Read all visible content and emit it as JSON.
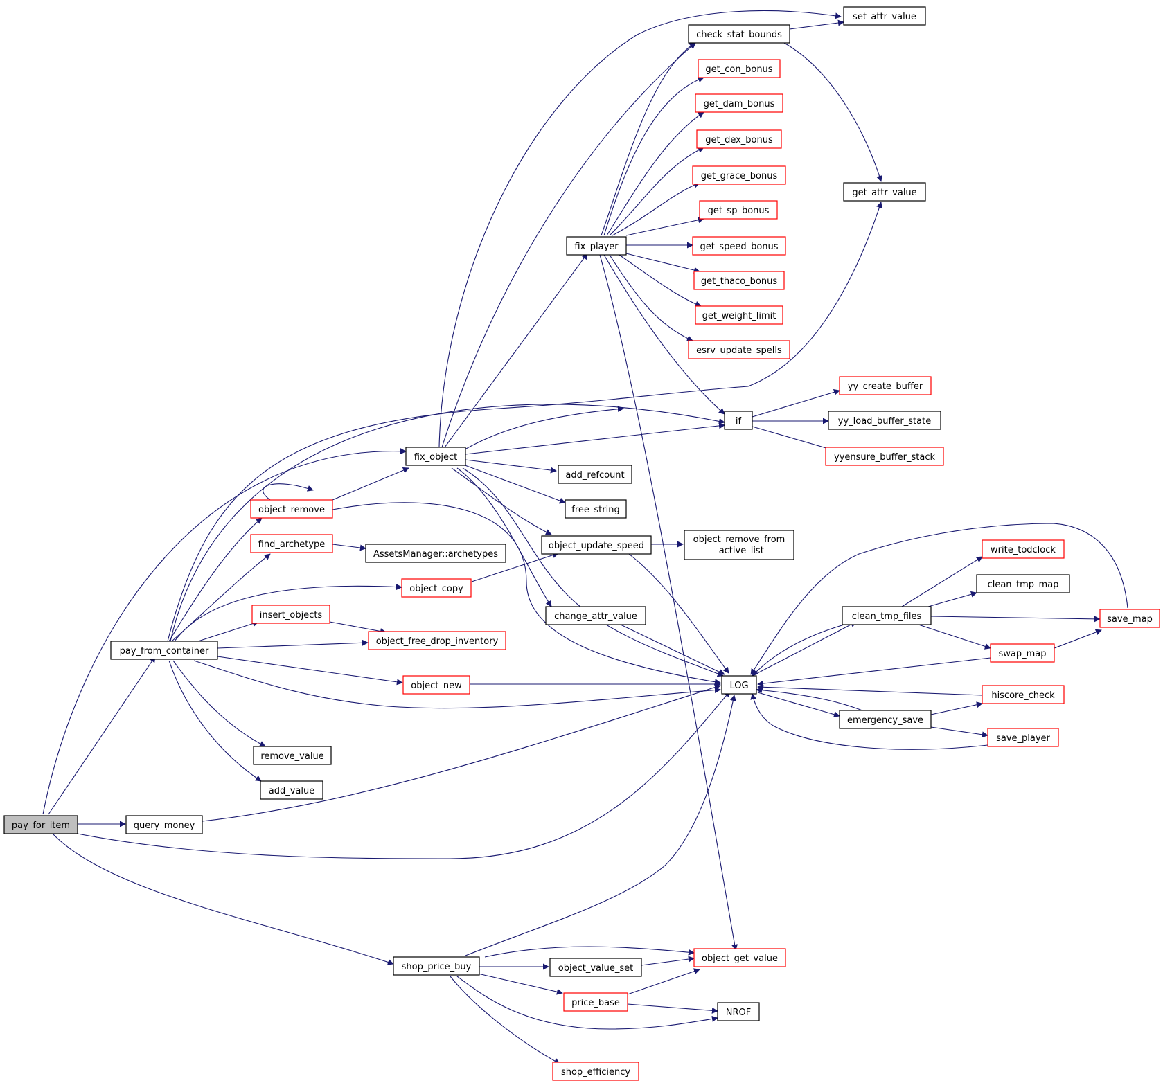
{
  "colors": {
    "edge": "#191970",
    "root_fill": "#bfbfbf",
    "node_border_black": "#000000",
    "node_border_red": "#ff0000"
  },
  "nodes": {
    "pay_for_item": "pay_for_item",
    "pay_from_container": "pay_from_container",
    "query_money": "query_money",
    "shop_price_buy": "shop_price_buy",
    "fix_object": "fix_object",
    "object_remove": "object_remove",
    "find_archetype": "find_archetype",
    "assets_archetypes": "AssetsManager::archetypes",
    "object_copy": "object_copy",
    "insert_objects": "insert_objects",
    "object_free_drop_inventory": "object_free_drop_inventory",
    "object_new": "object_new",
    "remove_value": "remove_value",
    "add_value": "add_value",
    "check_stat_bounds": "check_stat_bounds",
    "set_attr_value": "set_attr_value",
    "get_con_bonus": "get_con_bonus",
    "get_dam_bonus": "get_dam_bonus",
    "get_dex_bonus": "get_dex_bonus",
    "get_grace_bonus": "get_grace_bonus",
    "get_sp_bonus": "get_sp_bonus",
    "get_speed_bonus": "get_speed_bonus",
    "get_thaco_bonus": "get_thaco_bonus",
    "get_weight_limit": "get_weight_limit",
    "esrv_update_spells": "esrv_update_spells",
    "fix_player": "fix_player",
    "get_attr_value": "get_attr_value",
    "if": "if",
    "yy_create_buffer": "yy_create_buffer",
    "yy_load_buffer_state": "yy_load_buffer_state",
    "yyensure_buffer_stack": "yyensure_buffer_stack",
    "add_refcount": "add_refcount",
    "free_string": "free_string",
    "object_update_speed": "object_update_speed",
    "object_remove_from_active_list_1": "object_remove_from",
    "object_remove_from_active_list_2": "_active_list",
    "change_attr_value": "change_attr_value",
    "LOG": "LOG",
    "clean_tmp_files": "clean_tmp_files",
    "write_todclock": "write_todclock",
    "clean_tmp_map": "clean_tmp_map",
    "save_map": "save_map",
    "swap_map": "swap_map",
    "hiscore_check": "hiscore_check",
    "emergency_save": "emergency_save",
    "save_player": "save_player",
    "object_get_value": "object_get_value",
    "object_value_set": "object_value_set",
    "price_base": "price_base",
    "NROF": "NROF",
    "shop_efficiency": "shop_efficiency"
  }
}
